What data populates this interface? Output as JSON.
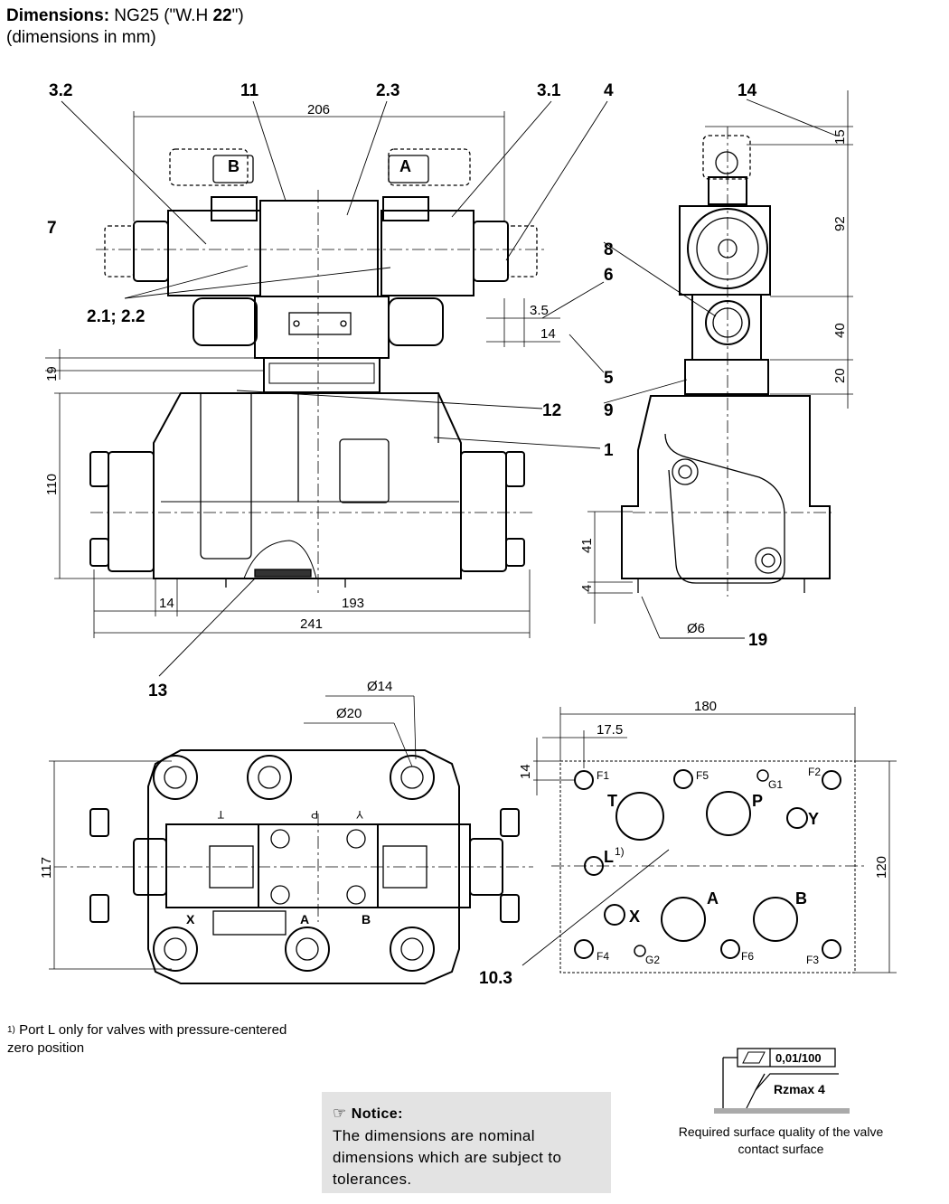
{
  "header": {
    "title_bold": "Dimensions:",
    "title_rest": " NG25 (\"W.H ",
    "title_num": "22",
    "title_end": "\")",
    "subtitle": "(dimensions in mm)"
  },
  "item_labels": {
    "l32": "3.2",
    "l11": "11",
    "l23": "2.3",
    "l31": "3.1",
    "l4": "4",
    "l14": "14",
    "l7": "7",
    "l8": "8",
    "l6": "6",
    "l5": "5",
    "l9": "9",
    "l12": "12",
    "l1": "1",
    "l2122": "2.1; 2.2",
    "l13": "13",
    "l19": "19",
    "l103": "10.3"
  },
  "dimensions": {
    "d206": "206",
    "d35": "3.5",
    "d14a": "14",
    "d19": "19",
    "d110": "110",
    "d14b": "14",
    "d193": "193",
    "d241": "241",
    "d15": "15",
    "d92": "92",
    "d40": "40",
    "d20": "20",
    "d41": "41",
    "d4": "4",
    "dphi6": "Ø6",
    "dphi14": "Ø14",
    "dphi20": "Ø20",
    "d117": "117",
    "d180": "180",
    "d175": "17.5",
    "d14c": "14",
    "d120": "120"
  },
  "ports": {
    "valve_B": "B",
    "valve_A": "A",
    "top_T": "T",
    "top_P": "P",
    "top_Y": "Y",
    "bot_X": "X",
    "bot_A": "A",
    "bot_B": "B"
  },
  "plate": {
    "T": "T",
    "P": "P",
    "Y": "Y",
    "L": "L",
    "L_sup": "1)",
    "X": "X",
    "A": "A",
    "B": "B",
    "F1": "F1",
    "F5": "F5",
    "G1": "G1",
    "F2": "F2",
    "F4": "F4",
    "G2": "G2",
    "F6": "F6",
    "F3": "F3"
  },
  "footnote": {
    "mark": "1)",
    "text": "Port L only for valves with pressure-centered zero position"
  },
  "notice": {
    "title": "Notice:",
    "body": "The dimensions are nominal dimensions which are subject to tolerances."
  },
  "surface": {
    "flatness": "0,01/100",
    "roughness": "Rzmax 4",
    "caption": "Required surface quality of the valve contact surface"
  }
}
